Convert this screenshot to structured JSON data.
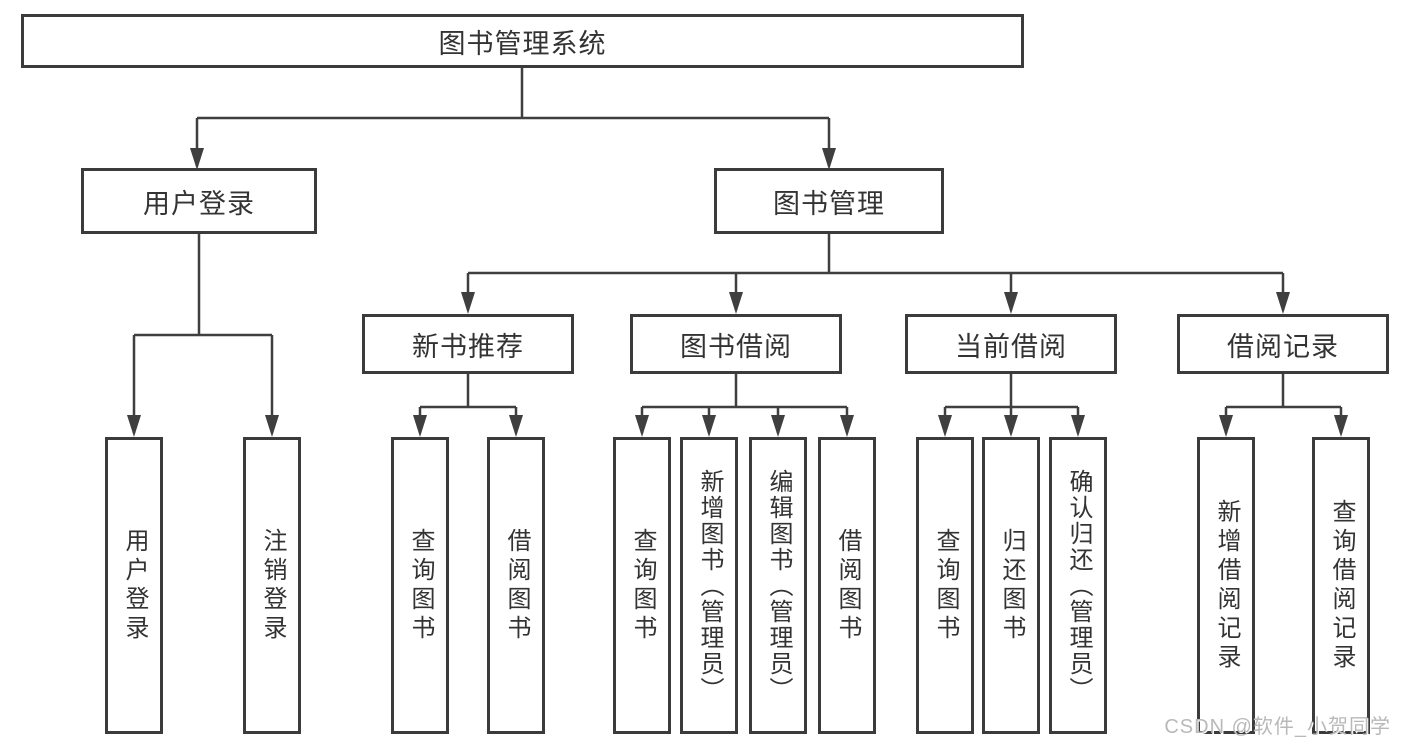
{
  "tree": {
    "root": {
      "label": "图书管理系统",
      "children": [
        {
          "label": "用户登录",
          "children": [
            {
              "label": "用户登录"
            },
            {
              "label": "注销登录"
            }
          ]
        },
        {
          "label": "图书管理",
          "children": [
            {
              "label": "新书推荐",
              "children": [
                {
                  "label": "查询图书"
                },
                {
                  "label": "借阅图书"
                }
              ]
            },
            {
              "label": "图书借阅",
              "children": [
                {
                  "label": "查询图书"
                },
                {
                  "label": "新增图书（管理员）"
                },
                {
                  "label": "编辑图书（管理员）"
                },
                {
                  "label": "借阅图书"
                }
              ]
            },
            {
              "label": "当前借阅",
              "children": [
                {
                  "label": "查询图书"
                },
                {
                  "label": "归还图书"
                },
                {
                  "label": "确认归还（管理员）"
                }
              ]
            },
            {
              "label": "借阅记录",
              "children": [
                {
                  "label": "新增借阅记录"
                },
                {
                  "label": "查询借阅记录"
                }
              ]
            }
          ]
        }
      ]
    }
  },
  "watermark": "CSDN @软件_小贺同学",
  "colors": {
    "line": "#3f3f3f",
    "box_border": "#3b3b3b",
    "text": "#333333",
    "watermark": "#b9b9b9",
    "background": "#ffffff"
  }
}
